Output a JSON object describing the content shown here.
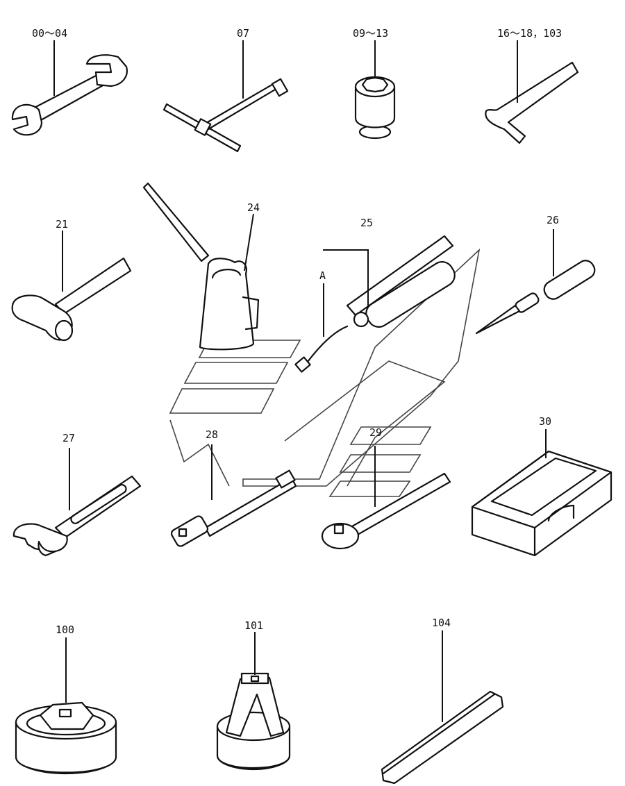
{
  "labels": {
    "p00_04": "00～04",
    "p07": "07",
    "p09_13": "09～13",
    "p16_18": "16～18，103",
    "p21": "21",
    "p24": "24",
    "p25": "25",
    "pA": "A",
    "p26": "26",
    "p27": "27",
    "p28": "28",
    "p29": "29",
    "p30": "30",
    "p100": "100",
    "p101": "101",
    "p104": "104"
  },
  "colors": {
    "ink": "#111111",
    "paper": "#ffffff"
  }
}
